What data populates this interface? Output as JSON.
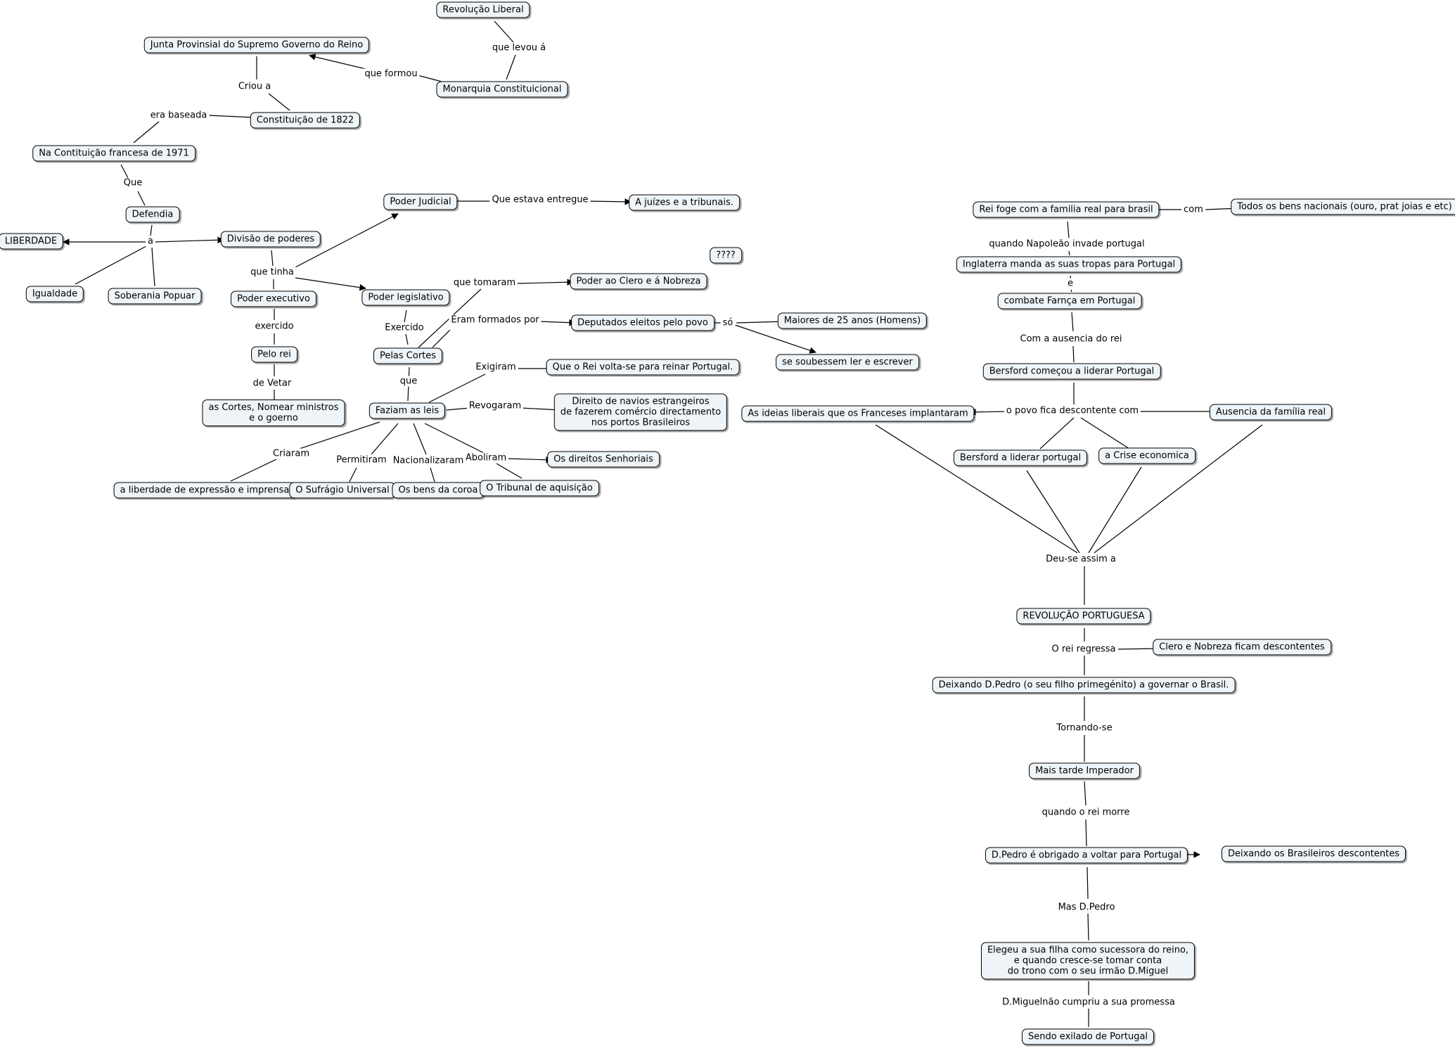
{
  "nodes": {
    "revolucao_liberal": "Revolução Liberal",
    "junta": "Junta Provinsial do Supremo Governo do Reino",
    "monarquia": "Monarquia Constituicional",
    "constituicao": "Constituição de 1822",
    "contituicao_francesa": "Na Contituição francesa de 1971",
    "defendia": "Defendia",
    "liberdade": "LIBERDADE",
    "divisao": "Divisão de poderes",
    "igualdade": "Igualdade",
    "soberania": "Soberania Popuar",
    "poder_judicial": "Poder Judicial",
    "juizes": "A juízes e a tribunais.",
    "poder_executivo": "Poder executivo",
    "poder_legislativo": "Poder legislativo",
    "pelo_rei": "Pelo rei",
    "cortes_ministros": "as Cortes, Nomear ministros\ne o goerno",
    "pelas_cortes": "Pelas Cortes",
    "poder_clero": "Poder ao Clero e á Nobreza",
    "deputados": "Deputados eleitos pelo povo",
    "maiores25": "Maiores de 25 anos (Homens)",
    "ler_escrever": "se soubessem ler e escrever",
    "question": "????",
    "faziam": "Faziam as leis",
    "rei_volta": "Que o Rei volta-se para reinar Portugal.",
    "navios": "Direito de navios estrangeiros\nde fazerem comércio directamento\nnos portos Brasileiros",
    "senhoriais": "Os direitos Senhoriais",
    "liberdade_expressao": "a liberdade de expressão e imprensa",
    "sufragio": "O Sufrágio Universal",
    "bens_coroa": "Os bens da coroa",
    "tribunal": "O Tribunal de aquisição",
    "rei_foge": "Rei foge com a familia real para brasil",
    "bens_nacionais": "Todos os bens nacionais (ouro, prat joias e etc)",
    "inglaterra": "Inglaterra manda as suas tropas para Portugal",
    "combate": "combate Farnça em Portugal",
    "bersford_comecou": "Bersford começou a liderar Portugal",
    "ideias_liberais": "As ideias liberais que os Franceses implantaram",
    "ausencia_familia": "Ausencia da família real",
    "bersford_liderar": "Bersford a liderar portugal",
    "crise": "a Crise economica",
    "revolucao_portuguesa": "REVOLUÇÃO PORTUGUESA",
    "clero_nobreza": "Clero e Nobreza ficam descontentes",
    "deixando_pedro": "Deixando D.Pedro (o seu filho primegénito) a governar o Brasil.",
    "imperador": "Mais tarde Imperador",
    "pedro_voltar": "D.Pedro é obrigado a voltar para Portugal",
    "brasileiros": "Deixando os Brasileiros descontentes",
    "elegeu": "Elegeu a sua filha como sucessora do reino,\ne quando cresce-se tomar conta\ndo trono com o seu irmão D.Miguel",
    "exilado": "Sendo exilado de Portugal"
  },
  "labels": {
    "que_levou": "que levou á",
    "que_formou": "que formou",
    "criou_a": "Criou a",
    "era_baseada": "era baseada",
    "que": "Que",
    "a": "a",
    "que_tinha": "que tinha",
    "que_estava_entregue": "Que estava entregue",
    "exercido1": "exercido",
    "de_vetar": "de Vetar",
    "exercido2": "Exercido",
    "que_tomaram": "que tomaram",
    "eram_formados": "Eram formados por",
    "so": "só",
    "que2": "que",
    "exigiram": "Exigiram",
    "revogaram": "Revogaram",
    "aboliram": "Aboliram",
    "criaram": "Criaram",
    "permitiram": "Permitiram",
    "nacionalizaram": "Nacionalizaram",
    "com": "com",
    "quando_napoleao": "quando Napoleão invade portugal",
    "e": "e",
    "com_ausencia": "Com a ausencia do rei",
    "povo_descontente": "o povo fica descontente com",
    "deu_se": "Deu-se assim a",
    "rei_regressa": "O rei regressa",
    "tornando_se": "Tornando-se",
    "quando_rei_morre": "quando o rei morre",
    "mas_pedro": "Mas D.Pedro",
    "miguel_nao": "D.Miguelnão cumpriu a sua promessa"
  }
}
